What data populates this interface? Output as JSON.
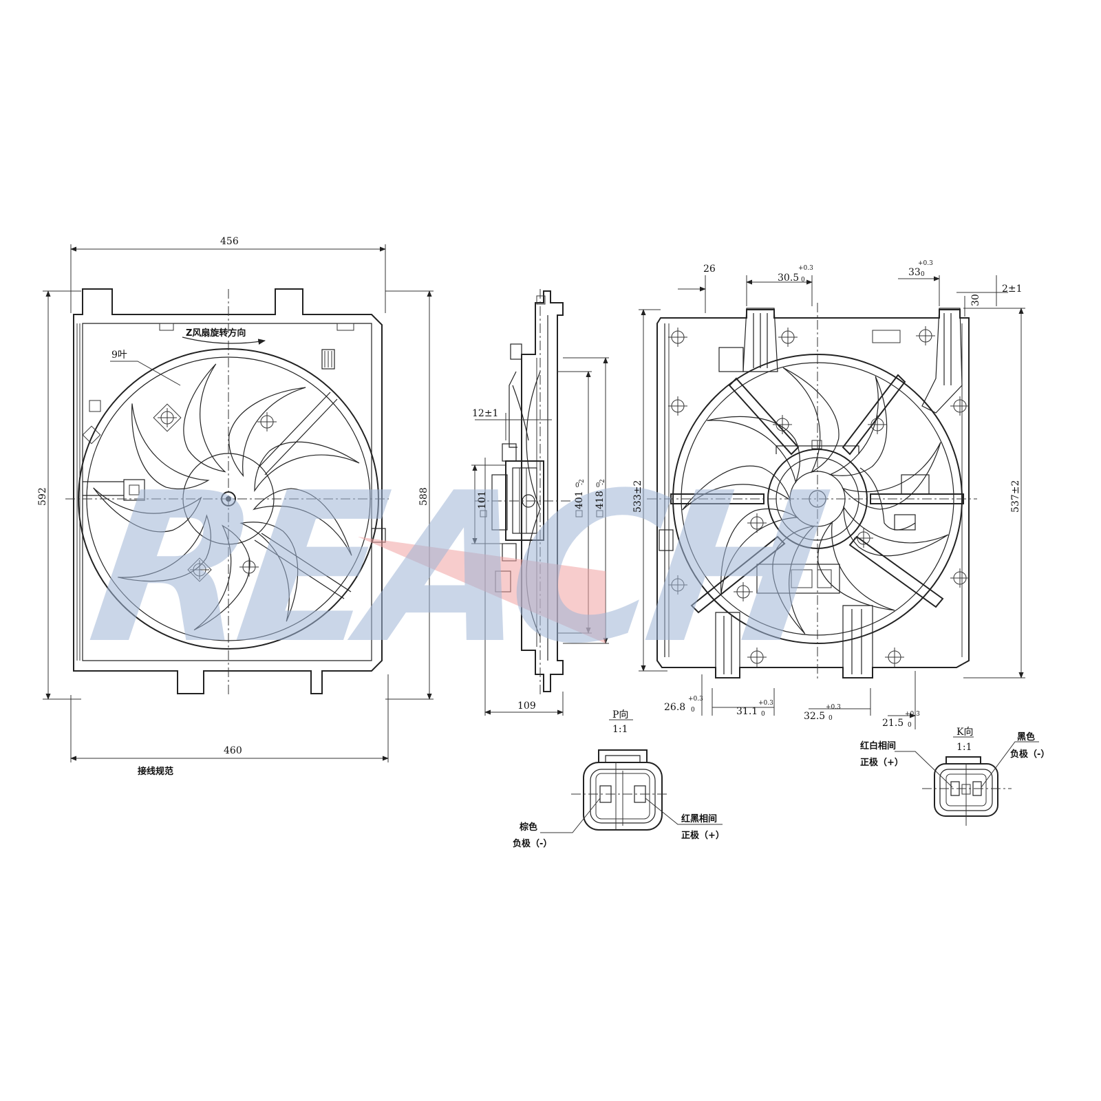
{
  "watermark": {
    "text": "REACH",
    "color": "#9fb4d6"
  },
  "accent_color": "#f0a3a3",
  "front_view": {
    "dims": {
      "top_width": "456",
      "bottom_width": "460",
      "left_height": "592",
      "right_height": "588"
    },
    "blade_count_label": "9叶",
    "rotation_label": "Z风扇旋转方向",
    "wiring_spec_label": "接线规范"
  },
  "side_view": {
    "dims": {
      "depth": "109",
      "offset": "12±1",
      "motor_dia": "101",
      "shroud_a": "401",
      "shroud_b": "418",
      "tol_upper": "0",
      "tol_lower": "-2"
    }
  },
  "rear_view": {
    "dims": {
      "top_26": "26",
      "top_305": "30.5",
      "top_305_tol_up": "+0.3",
      "top_305_tol_low": "0",
      "top_330": "33",
      "top_330_tol_up": "+0.3",
      "top_330_tol_low": "0",
      "right_30": "30",
      "right_2": "2±1",
      "left_height": "533±2",
      "right_height": "537±2",
      "bot_268": "26.8",
      "bot_268_tol_up": "+0.3",
      "bot_268_tol_low": "0",
      "bot_311": "31.1",
      "bot_311_tol_up": "+0.3",
      "bot_311_tol_low": "0",
      "bot_325": "32.5",
      "bot_325_tol_up": "+0.3",
      "bot_325_tol_low": "0",
      "bot_215": "21.5",
      "bot_215_tol_up": "+0.3",
      "bot_215_tol_low": "0"
    }
  },
  "connector_p": {
    "title": "P向",
    "scale": "1:1",
    "left_line1": "棕色",
    "left_line2": "负极（-）",
    "right_line1": "红黑相间",
    "right_line2": "正极（+）"
  },
  "connector_k": {
    "title": "K向",
    "scale": "1:1",
    "left_line1": "红白相间",
    "left_line2": "正极（+）",
    "right_line1": "黑色",
    "right_line2": "负极（-）"
  }
}
